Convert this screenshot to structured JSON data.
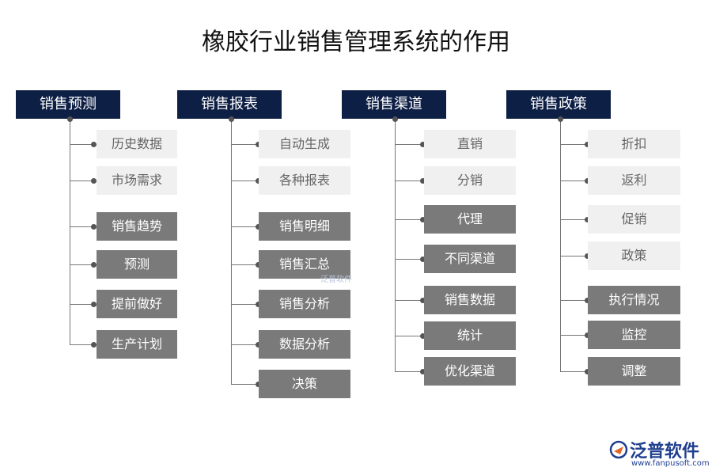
{
  "title": "橡胶行业销售管理系统的作用",
  "columns": [
    {
      "name": "销售预测",
      "items": [
        {
          "label": "历史数据",
          "style": "light"
        },
        {
          "label": "市场需求",
          "style": "light"
        },
        {
          "label": "销售趋势",
          "style": "dark"
        },
        {
          "label": "预测",
          "style": "dark"
        },
        {
          "label": "提前做好",
          "style": "dark"
        },
        {
          "label": "生产计划",
          "style": "dark"
        }
      ]
    },
    {
      "name": "销售报表",
      "items": [
        {
          "label": "自动生成",
          "style": "light"
        },
        {
          "label": "各种报表",
          "style": "light"
        },
        {
          "label": "销售明细",
          "style": "dark"
        },
        {
          "label": "销售汇总",
          "style": "dark"
        },
        {
          "label": "销售分析",
          "style": "dark"
        },
        {
          "label": "数据分析",
          "style": "dark"
        },
        {
          "label": "决策",
          "style": "dark"
        }
      ]
    },
    {
      "name": "销售渠道",
      "items": [
        {
          "label": "直销",
          "style": "light"
        },
        {
          "label": "分销",
          "style": "light"
        },
        {
          "label": "代理",
          "style": "dark"
        },
        {
          "label": "不同渠道",
          "style": "dark"
        },
        {
          "label": "销售数据",
          "style": "dark"
        },
        {
          "label": "统计",
          "style": "dark"
        },
        {
          "label": "优化渠道",
          "style": "dark"
        }
      ]
    },
    {
      "name": "销售政策",
      "items": [
        {
          "label": "折扣",
          "style": "light"
        },
        {
          "label": "返利",
          "style": "light"
        },
        {
          "label": "促销",
          "style": "light"
        },
        {
          "label": "政策",
          "style": "light"
        },
        {
          "label": "执行情况",
          "style": "dark"
        },
        {
          "label": "监控",
          "style": "dark"
        },
        {
          "label": "调整",
          "style": "dark"
        }
      ]
    }
  ],
  "logo": {
    "text": "泛普软件",
    "url": "www.fanpusoft.com"
  },
  "watermark": "泛普软件",
  "colors": {
    "header": "#0e1f45",
    "dark": "#7a7a7a",
    "light": "#f0f0f0"
  }
}
